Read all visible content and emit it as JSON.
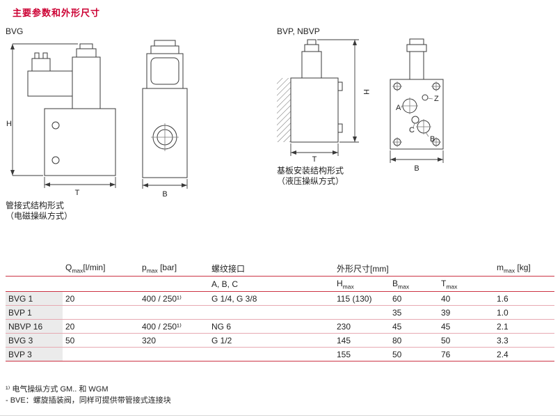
{
  "page": {
    "title": "主要参数和外形尺寸"
  },
  "drawings": {
    "bvg": {
      "label": "BVG",
      "caption_line1": "管接式结构形式",
      "caption_line2": "（电磁操纵方式）",
      "dim_h": "H",
      "dim_t": "T",
      "dim_b": "B"
    },
    "bvp": {
      "label": "BVP, NBVP",
      "caption_line1": "基板安装结构形式",
      "caption_line2": "（液压操纵方式）",
      "dim_h": "H",
      "dim_t": "T",
      "dim_b": "B",
      "port_a": "A",
      "port_b": "B",
      "port_c": "C",
      "port_z": "Z"
    }
  },
  "table": {
    "header": {
      "q_base": "Q",
      "q_sub": "max",
      "q_unit": "[l/min]",
      "p_base": "p",
      "p_sub": "max",
      "p_unit": " [bar]",
      "thread_label": "螺纹接口",
      "thread_ports": "A, B, C",
      "dims_label": "外形尺寸[mm]",
      "h_base": "H",
      "h_sub": "max",
      "b_base": "B",
      "b_sub": "max",
      "t_base": "T",
      "t_sub": "max",
      "m_base": "m",
      "m_sub": "max",
      "m_unit": " [kg]"
    },
    "rows": [
      {
        "name": "BVG 1",
        "q": "20",
        "p": "400 / 250¹⁾",
        "thread": "G 1/4, G 3/8",
        "h": "115 (130)",
        "b": "60",
        "t": "40",
        "m": "1.6"
      },
      {
        "name": "BVP 1",
        "q": "",
        "p": "",
        "thread": "",
        "h": "",
        "b": "35",
        "t": "39",
        "m": "1.0"
      },
      {
        "name": "NBVP 16",
        "q": "20",
        "p": "400 / 250¹⁾",
        "thread": "NG 6",
        "h": "230",
        "b": "45",
        "t": "45",
        "m": "2.1"
      },
      {
        "name": "BVG 3",
        "q": "50",
        "p": "320",
        "thread": "G 1/2",
        "h": "145",
        "b": "80",
        "t": "50",
        "m": "3.3"
      },
      {
        "name": "BVP 3",
        "q": "",
        "p": "",
        "thread": "",
        "h": "155",
        "b": "50",
        "t": "76",
        "m": "2.4"
      }
    ],
    "footnote1": "¹⁾  电气操纵方式 GM.. 和 WGM",
    "footnote2": "-   BVE：螺旋插装阀，同样可提供带管接式连接块"
  }
}
